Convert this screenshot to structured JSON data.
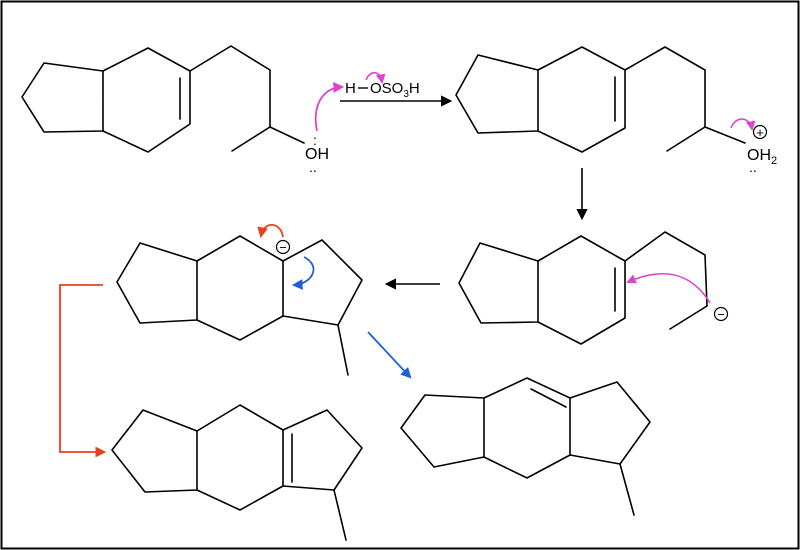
{
  "reagent": {
    "h": "H",
    "rest": "OSO",
    "sub": "3",
    "tail": "H"
  },
  "start_mol": {
    "oh": "OH",
    "lone_pair": ":",
    "lone_pair_below": ".."
  },
  "protonated_mol": {
    "oh": "OH",
    "sub": "2",
    "charge": "+",
    "lone_pair": ".."
  },
  "carbocation_mol": {
    "charge": "−"
  },
  "tricyclic_cation": {
    "charge": "−"
  },
  "colors": {
    "electron_push_arrow": "#e040d0",
    "reaction_arrow": "#000000",
    "hydride_shift_path": "#e8401c",
    "alt_path": "#1f5fd8",
    "bond": "#000000"
  }
}
